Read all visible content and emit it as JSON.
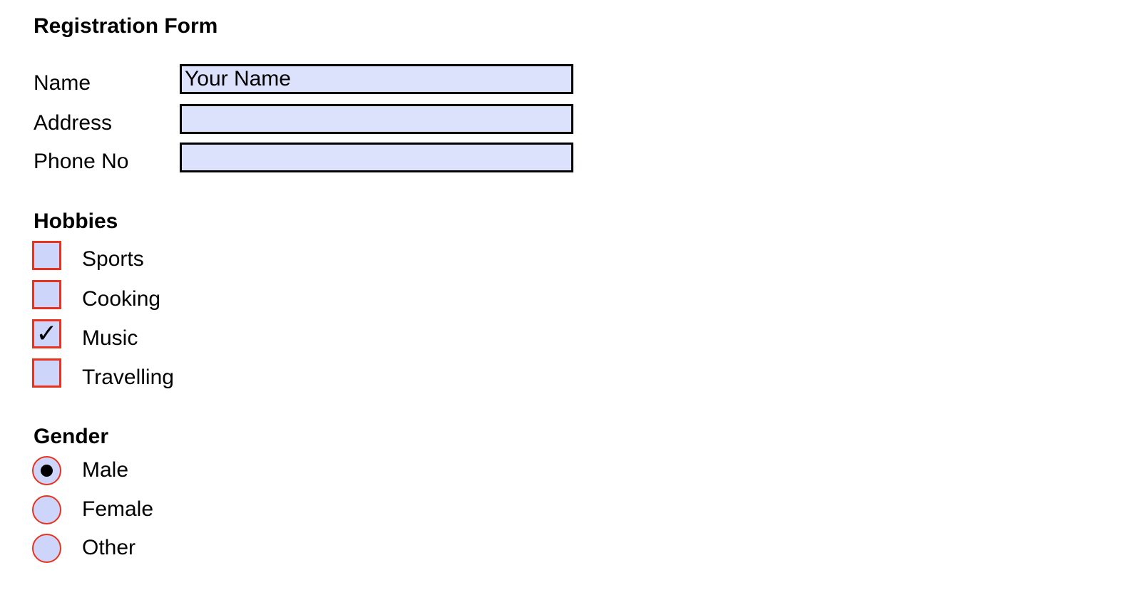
{
  "form": {
    "title": "Registration Form",
    "fields": [
      {
        "label": "Name",
        "value": "Your Name",
        "placeholder": ""
      },
      {
        "label": "Address",
        "value": "",
        "placeholder": ""
      },
      {
        "label": "Phone No",
        "value": "",
        "placeholder": ""
      }
    ]
  },
  "hobbies": {
    "heading": "Hobbies",
    "options": [
      {
        "label": "Sports",
        "checked": false
      },
      {
        "label": "Cooking",
        "checked": false
      },
      {
        "label": "Music",
        "checked": true,
        "mark": "✓"
      },
      {
        "label": "Travelling",
        "checked": false
      }
    ]
  },
  "gender": {
    "heading": "Gender",
    "options": [
      {
        "label": "Male",
        "selected": true
      },
      {
        "label": "Female",
        "selected": false
      },
      {
        "label": "Other",
        "selected": false
      }
    ]
  },
  "colors": {
    "field_fill": "#dde2fc",
    "control_fill": "#cdd5fa",
    "control_border": "#e8321e"
  }
}
